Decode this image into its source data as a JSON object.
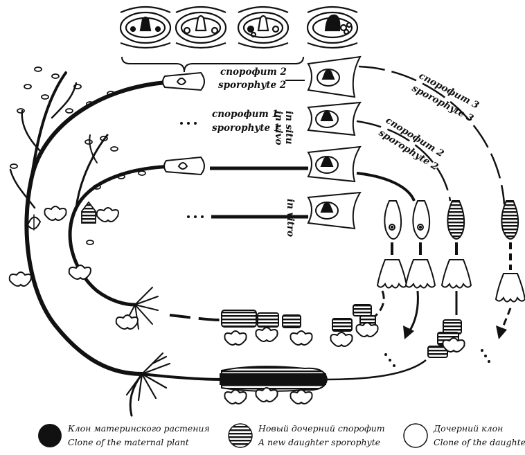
{
  "labels": {
    "sporophyte2_top_ru": "спорофит 2",
    "sporophyte2_top_en": "sporophyte 2",
    "sporophyte1_ru": "спорофит 1",
    "sporophyte1_en": "sporophyte 1",
    "in_situ": "in situ",
    "in_vivo": "in vivo",
    "in_vitro": "in vitro",
    "sporophyte3_ru": "спорофит 3",
    "sporophyte3_en": "sporophyte 3",
    "sporophyte2_mid_ru": "спорофит 2",
    "sporophyte2_mid_en": "sporophyte 2",
    "ellipsis": "· · ·"
  },
  "legend": [
    {
      "ru": "Клон материнского растения",
      "en": "Clone of the maternal plant",
      "swatch": "solid"
    },
    {
      "ru": "Новый дочерний спорофит",
      "en": "A new daughter sporophyte",
      "swatch": "striped"
    },
    {
      "ru": "Дочерний клон",
      "en": "Clone of the daughter",
      "swatch": "hollow"
    }
  ],
  "colors": {
    "ink": "#111111",
    "paper": "#ffffff"
  }
}
